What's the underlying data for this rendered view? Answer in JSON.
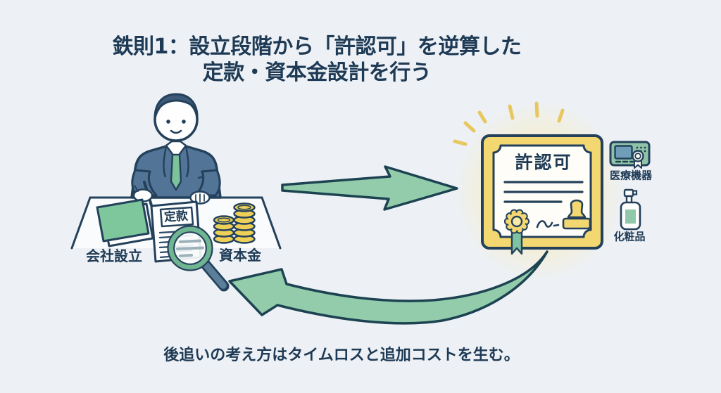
{
  "title": {
    "line1": "鉄則1：設立段階から「許認可」を逆算した",
    "line2": "定款・資本金設計を行う"
  },
  "desk_scene": {
    "folder_label": "会社設立",
    "document_label": "定款",
    "coins_label": "資本金",
    "icons": [
      "businessman-icon",
      "pen-icon",
      "desk-icon",
      "green-folder-icon",
      "articles-document-icon",
      "coin-stack-icon",
      "magnifier-icon"
    ]
  },
  "flow": {
    "forward_arrow_icon": "arrow-right-icon",
    "return_arrow_icon": "curved-arrow-left-icon"
  },
  "certificate": {
    "title": "許認可",
    "icons": [
      "certificate-frame-icon",
      "rosette-ribbon-icon",
      "signature-icon",
      "stamp-icon",
      "sparkle-rays-icon",
      "glow-halo"
    ]
  },
  "license_examples": [
    {
      "label": "医療機器",
      "icon": "medical-device-icon"
    },
    {
      "label": "化粧品",
      "icon": "cosmetics-bottle-icon"
    }
  ],
  "footer": {
    "caption": "後追いの考え方はタイムロスと追加コストを生む。"
  },
  "colors": {
    "background": "#edf1f5",
    "outline_navy": "#24415c",
    "text_navy": "#1e3a55",
    "suit_blue": "#527497",
    "hair_blue": "#3d5b78",
    "green_accent": "#7ec79c",
    "arrow_green": "#93ccab",
    "gold": "#f3d771",
    "coin_gold": "#eed058",
    "glow_yellow": "#f8ebbb",
    "magnifier_rim_green": "#6fb592",
    "handle_slate": "#5b7f99",
    "screen_teal": "#6f9eb9"
  }
}
